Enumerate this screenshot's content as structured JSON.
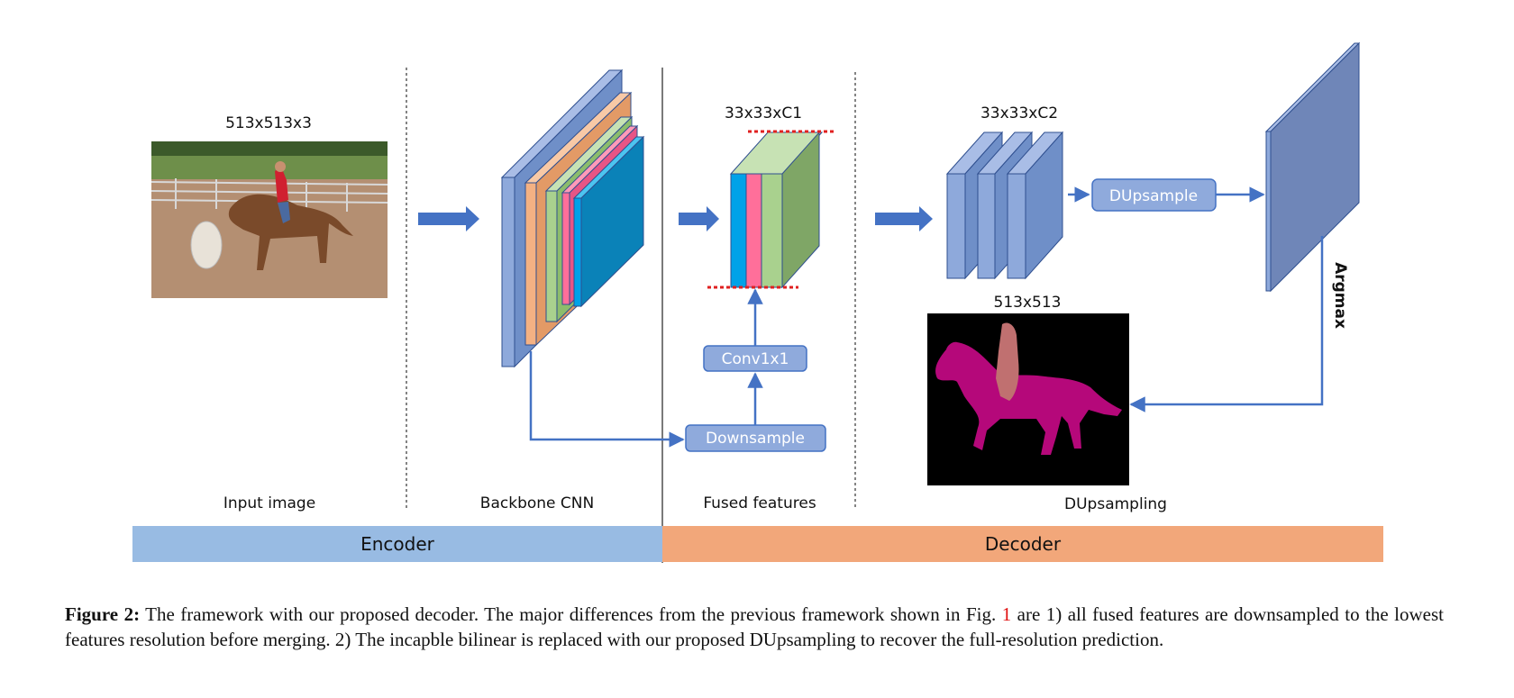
{
  "figure": {
    "input_dim": "513x513x3",
    "fused_dim": "33x33xC1",
    "decoder_dim": "33x33xC2",
    "output_dim": "513x513",
    "conv_label": "Conv1x1",
    "downsample_label": "Downsample",
    "dupsample_label": "DUpsample",
    "argmax_label": "Argmax",
    "section_labels": {
      "input": "Input image",
      "backbone": "Backbone CNN",
      "fused": "Fused features",
      "dupsampling": "DUpsampling"
    },
    "bars": {
      "encoder": "Encoder",
      "decoder": "Decoder"
    },
    "colors": {
      "encoder_bar": "#98bbe3",
      "decoder_bar": "#f2a77a",
      "layer_blue": "#8ea9db",
      "layer_orange": "#f4b183",
      "layer_green": "#a9d18e",
      "layer_pink": "#ff6f9a",
      "layer_cyan": "#00a2e8",
      "arrow": "#4472c4",
      "box": "#8faadc",
      "mask_background": "#000000",
      "mask_horse": "#b5087a",
      "mask_rider": "#c07070",
      "dotted_line": "#e02020"
    }
  },
  "caption": {
    "label": "Figure 2:",
    "text_before_ref": " The framework with our proposed decoder.  The major differences from the previous framework shown in Fig. ",
    "ref": "1",
    "text_after_ref": " are 1) all fused features are downsampled to the lowest features resolution before merging.  2) The incapble bilinear is replaced with our proposed DUpsampling to recover the full-resolution prediction."
  }
}
